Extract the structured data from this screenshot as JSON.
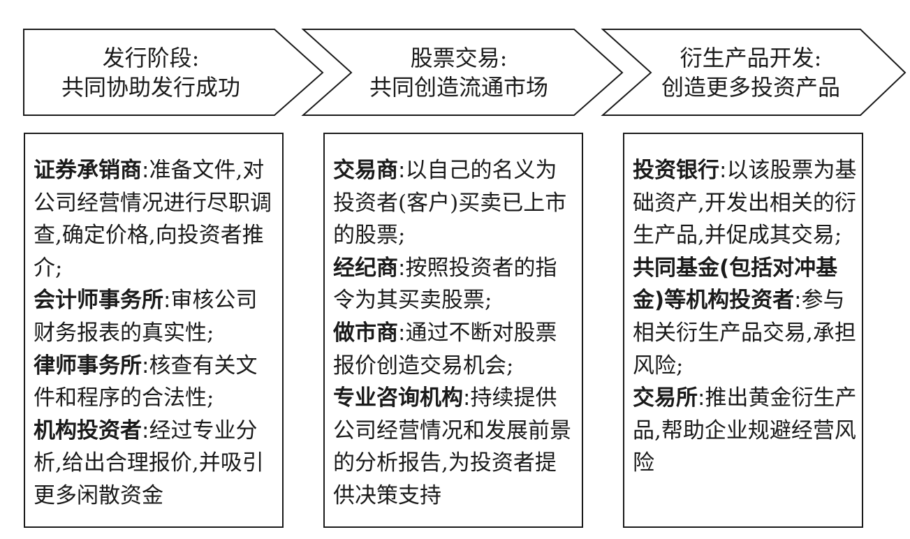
{
  "stages": [
    {
      "title": "发行阶段:",
      "subtitle": "共同协助发行成功"
    },
    {
      "title": "股票交易:",
      "subtitle": "共同创造流通市场"
    },
    {
      "title": "衍生产品开发:",
      "subtitle": "创造更多投资产品"
    }
  ],
  "columns": [
    {
      "entries": [
        {
          "role": "证券承销商",
          "sep": ":",
          "text": "准备文件,对公司经营情况进行尽职调查,确定价格,向投资者推介;"
        },
        {
          "role": "会计师事务所",
          "sep": ":",
          "text": "审核公司财务报表的真实性;"
        },
        {
          "role": "律师事务所",
          "sep": ":",
          "text": "核查有关文件和程序的合法性;"
        },
        {
          "role": "机构投资者",
          "sep": ":",
          "text": "经过专业分析,给出合理报价,并吸引更多闲散资金"
        }
      ]
    },
    {
      "entries": [
        {
          "role": "交易商",
          "sep": ":",
          "text": "以自己的名义为投资者(客户)买卖已上市的股票;"
        },
        {
          "role": "经纪商",
          "sep": ":",
          "text": "按照投资者的指令为其买卖股票;"
        },
        {
          "role": "做市商",
          "sep": ":",
          "text": "通过不断对股票报价创造交易机会;"
        },
        {
          "role": "专业咨询机构",
          "sep": ":",
          "text": "持续提供公司经营情况和发展前景的分析报告,为投资者提供决策支持"
        }
      ]
    },
    {
      "entries": [
        {
          "role": "投资银行",
          "sep": ":",
          "text": "以该股票为基础资产,开发出相关的衍生产品,并促成其交易;"
        },
        {
          "role": "共同基金(包括对冲基金)等机构投资者",
          "sep": ":",
          "text": "参与相关衍生产品交易,承担风险;"
        },
        {
          "role": "交易所",
          "sep": ":",
          "text": "推出黄金衍生产品,帮助企业规避经营风险"
        }
      ]
    }
  ]
}
